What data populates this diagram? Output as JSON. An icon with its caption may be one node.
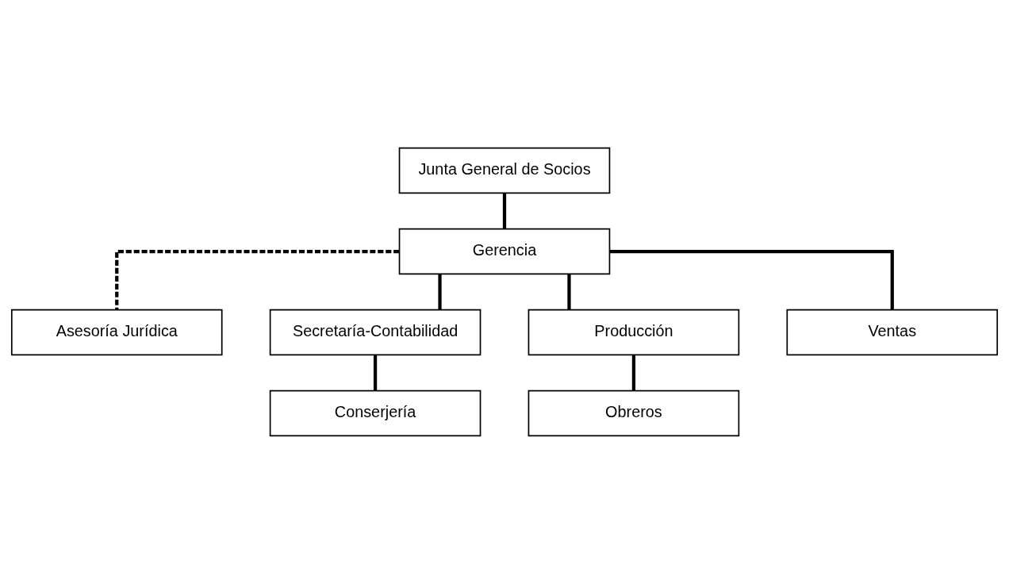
{
  "diagram": {
    "nodes": [
      {
        "text": [
          "Junta General de Socios"
        ]
      },
      {
        "text": [
          "Gerencia"
        ]
      },
      {
        "text": [
          "Asesoría Jurídica"
        ]
      },
      {
        "text": [
          "Secretaría-Contabilidad"
        ]
      },
      {
        "text": [
          "Conserjería"
        ]
      },
      {
        "text": [
          "Producción"
        ]
      },
      {
        "text": [
          "Obreros"
        ]
      },
      {
        "text": [
          "Ventas"
        ]
      }
    ],
    "edges": [
      {
        "from": 0,
        "to": 1,
        "arrow": "none"
      },
      {
        "from": 1,
        "to": 2,
        "arrow": "none",
        "style": "dashed"
      },
      {
        "from": 1,
        "to": 3,
        "arrow": "none"
      },
      {
        "from": 3,
        "to": 4,
        "arrow": "none"
      },
      {
        "from": 1,
        "to": 5,
        "arrow": "none"
      },
      {
        "from": 1,
        "to": 7,
        "arrow": "none"
      },
      {
        "from": 5,
        "to": 6,
        "arrow": "none"
      }
    ]
  }
}
